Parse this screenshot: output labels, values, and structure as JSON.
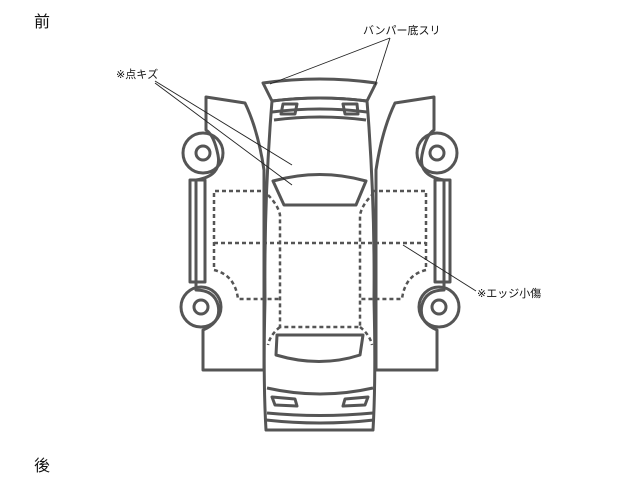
{
  "front_label": "前",
  "rear_label": "後",
  "annotations": {
    "bumper": "バンパー底スリ",
    "point_scratch": "※点キズ",
    "edge_scratch": "※エッジ小傷"
  }
}
